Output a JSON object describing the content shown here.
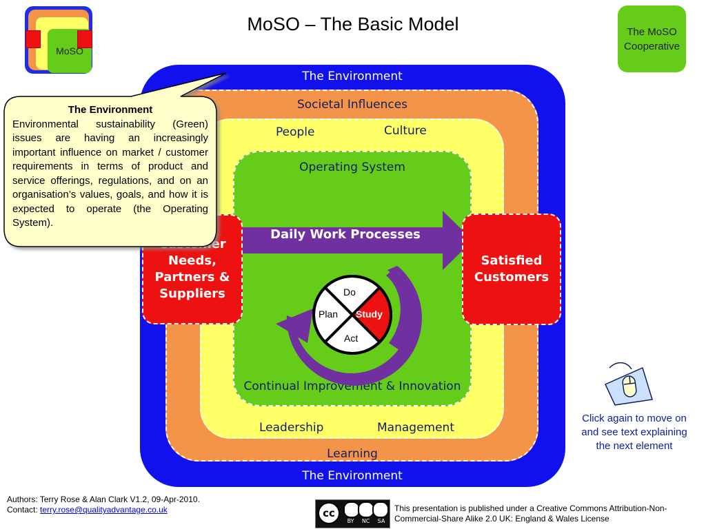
{
  "title": "MoSO – The Basic Model",
  "logo": {
    "label": "MoSO"
  },
  "cooperative": {
    "line1": "The MoSO",
    "line2": "Cooperative"
  },
  "layers": {
    "environment_top": "The Environment",
    "environment_bottom": "The Environment",
    "societal": "Societal Influences",
    "people": "People",
    "culture": "Culture",
    "operating_system": "Operating System",
    "continual": "Continual Improvement & Innovation",
    "leadership": "Leadership",
    "management": "Management",
    "learning": "Learning"
  },
  "callout": {
    "heading": "The Environment",
    "body": "Environmental sustainability (Green) issues are having an increasingly important influence on market / customer requirements in terms of product and service offerings, regulations, and on an organisation’s values, goals, and how it is expected to operate (the Operating System)."
  },
  "customer_needs": {
    "line1": "Customer",
    "line2": "Needs,",
    "line3": "Partners &",
    "line4": "Suppliers"
  },
  "satisfied": {
    "line1": "Satisfied",
    "line2": "Customers"
  },
  "process_arrow": "Daily Work Processes",
  "pdsa": {
    "do": "Do",
    "study": "Study",
    "act": "Act",
    "plan": "Plan"
  },
  "click_hint": "Click again to move on and see text explaining the next element",
  "footer": {
    "authors": "Authors: Terry Rose & Alan Clark  V1.2, 09-Apr-2010.",
    "contact_label": "Contact: ",
    "email": "terry.rose@qualityadvantage.co.uk",
    "license": "This presentation is published under a Creative Commons Attribution-Non-Commercial-Share Alike 2.0 UK: England & Wales License",
    "cc_badge": {
      "cc": "cc",
      "by": "BY",
      "nc": "NC",
      "sa": "SA"
    }
  },
  "colors": {
    "environment": "#1111ee",
    "societal": "#f39448",
    "people": "#ffff66",
    "operating": "#66cc1a",
    "customer": "#ee1111",
    "arrow": "#7030a0"
  }
}
